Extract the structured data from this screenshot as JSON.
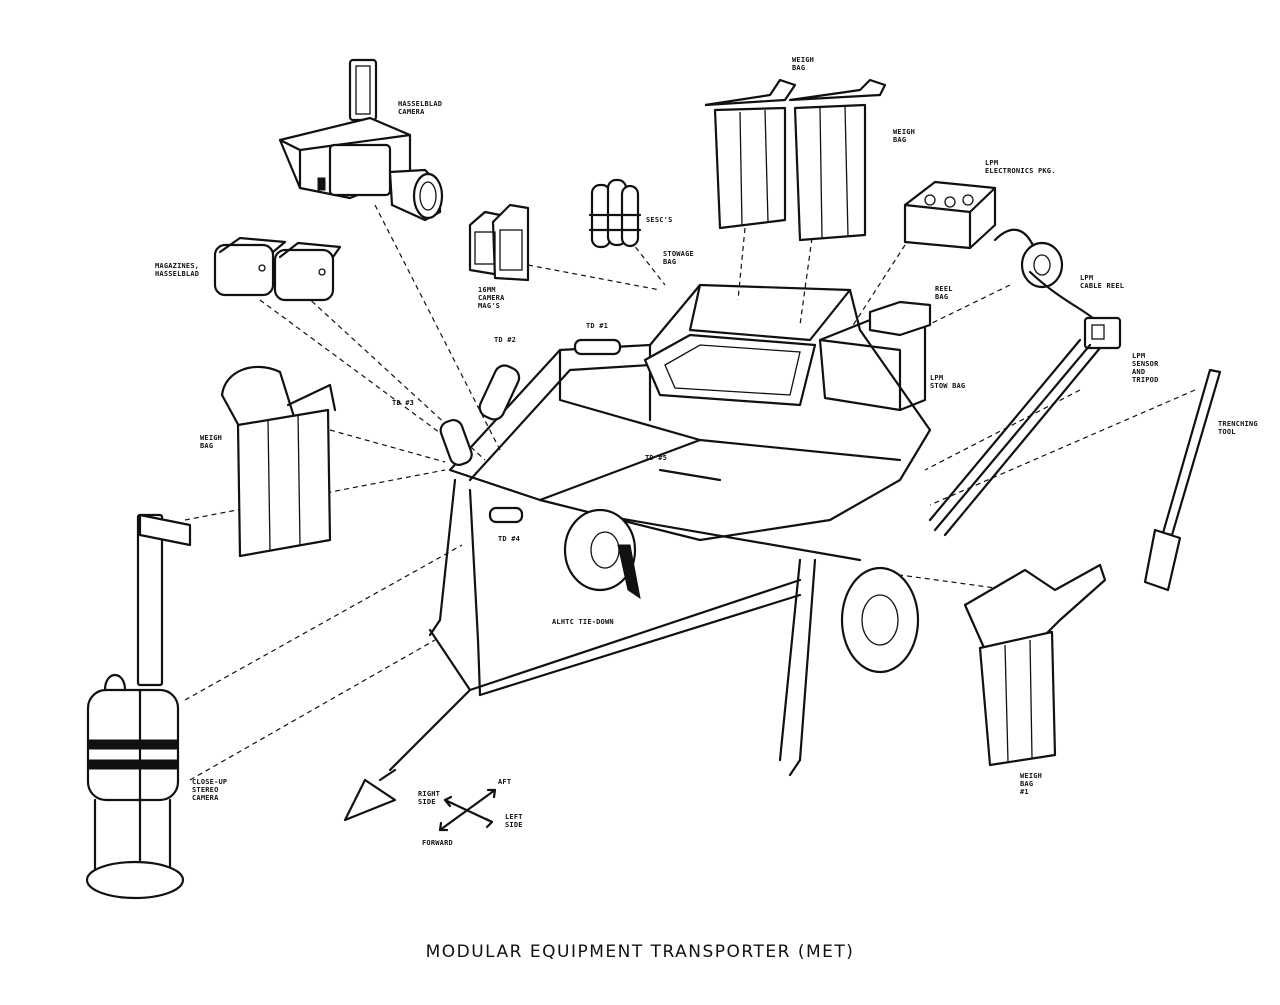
{
  "title": "MODULAR EQUIPMENT TRANSPORTER (MET)",
  "labels": {
    "hasselblad_camera": "HASSELBLAD\nCAMERA",
    "magazines": "MAGAZINES,\nHASSELBLAD",
    "camera_mags": "16MM\nCAMERA\nMAG'S",
    "sescs": "SESC'S",
    "stowage_bag": "STOWAGE\nBAG",
    "weigh_bag_top1": "WEIGH\nBAG",
    "weigh_bag_top2": "WEIGH\nBAG",
    "lpm_electronics": "LPM\nELECTRONICS PKG.",
    "reel_bag": "REEL\nBAG",
    "lpm_cable_reel": "LPM\nCABLE REEL",
    "lpm_stow_bag": "LPM\nSTOW BAG",
    "lpm_sensor": "LPM\nSENSOR\nAND\nTRIPOD",
    "trenching_tool": "TRENCHING\nTOOL",
    "td1": "TD #1",
    "td2": "TD #2",
    "td3": "TD #3",
    "td4": "TD #4",
    "td5": "TD #5",
    "weigh_bag_left": "WEIGH\nBAG",
    "alhtc": "ALHTC TIE-DOWN",
    "weigh_bag_1": "WEIGH\nBAG\n#1",
    "close_up_camera": "CLOSE-UP\nSTEREO\nCAMERA",
    "aft": "AFT",
    "right_side": "RIGHT\nSIDE",
    "left_side": "LEFT\nSIDE",
    "forward": "FORWARD"
  }
}
